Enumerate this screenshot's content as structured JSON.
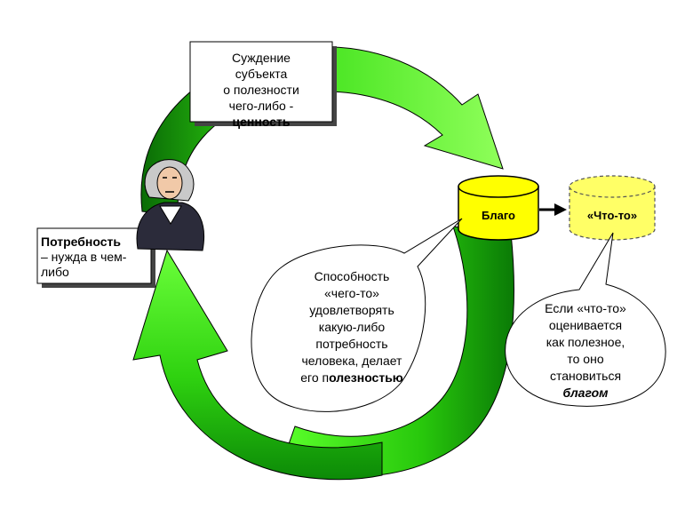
{
  "judgement_box": {
    "lines": [
      "Суждение",
      "субъекта",
      "о полезности",
      "чего-либо -"
    ],
    "bold": "ценность"
  },
  "need_box": {
    "bold": "Потребность",
    "lines": [
      "– нужда в чем-",
      "либо"
    ]
  },
  "good_cylinder": {
    "label": "Благо"
  },
  "something_cylinder": {
    "label": "«Что-то»"
  },
  "ability_bubble": {
    "lines": [
      "Способность",
      "«чего-то»",
      "удовлетворять",
      "какую-либо",
      "потребность",
      "человека, делает"
    ],
    "prefix": "его п",
    "bold": "олезностью"
  },
  "if_bubble": {
    "lines": [
      "Если «что-то»",
      "оценивается",
      "как полезное,",
      "то оно",
      "становиться"
    ],
    "bold": "благом"
  },
  "colors": {
    "arrow_green": "#33dd11",
    "cylinder_yellow": "#ffff00",
    "portrait": "#556677"
  }
}
